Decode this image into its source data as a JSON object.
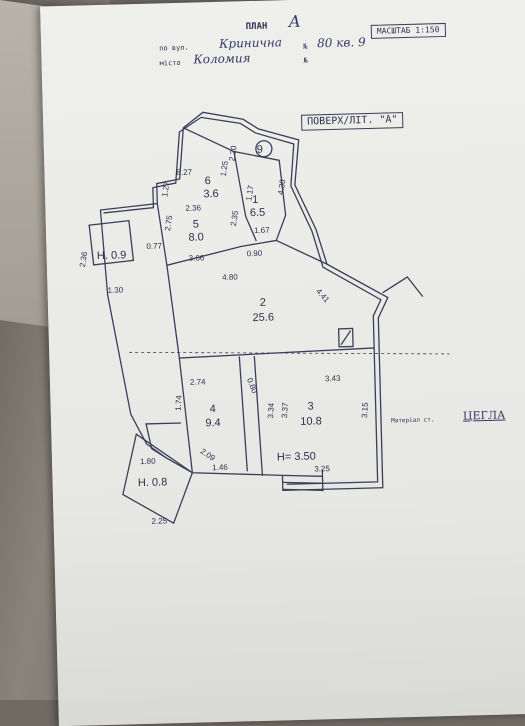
{
  "header": {
    "title": "ПЛАН",
    "title_value": "А",
    "line2_prefix": "по вул.",
    "line2_street": "Кринична",
    "line2_house_label": "№",
    "line2_house": "80 кв. 9",
    "line3_prefix": "місто",
    "line3_city": "Коломия",
    "line3_suffix": "№"
  },
  "scale_label": "МАСШТАБ 1:150",
  "floor_label": "ПОВЕРХ/ЛІТ. \"А\"",
  "apartment_number": "9",
  "material": {
    "label": "Матеріал ст.",
    "value": "ЦЕГЛА"
  },
  "rooms": [
    {
      "id": "6",
      "area": "3.6"
    },
    {
      "id": "1",
      "area": "6.5"
    },
    {
      "id": "5",
      "area": "8.0"
    },
    {
      "id": "2",
      "area": "25.6"
    },
    {
      "id": "4",
      "area": "9.4"
    },
    {
      "id": "3",
      "area": "10.8"
    }
  ],
  "balconies": [
    {
      "label": "Н. 0.9"
    },
    {
      "label": "Н. 0.8"
    }
  ],
  "height_label": "H= 3.50",
  "dimensions": [
    "8.27",
    "1.27",
    "2.36",
    "1.25",
    "2.20",
    "4.30",
    "1.17",
    "2.35",
    "2.75",
    "0.77",
    "3.66",
    "1.67",
    "0.90",
    "2.36",
    "1.30",
    "4.80",
    "4.41",
    "2.74",
    "0.80",
    "3.43",
    "1.74",
    "3.34",
    "3.37",
    "3.15",
    "2.09",
    "1.80",
    "1.46",
    "3.25",
    "2.25"
  ]
}
